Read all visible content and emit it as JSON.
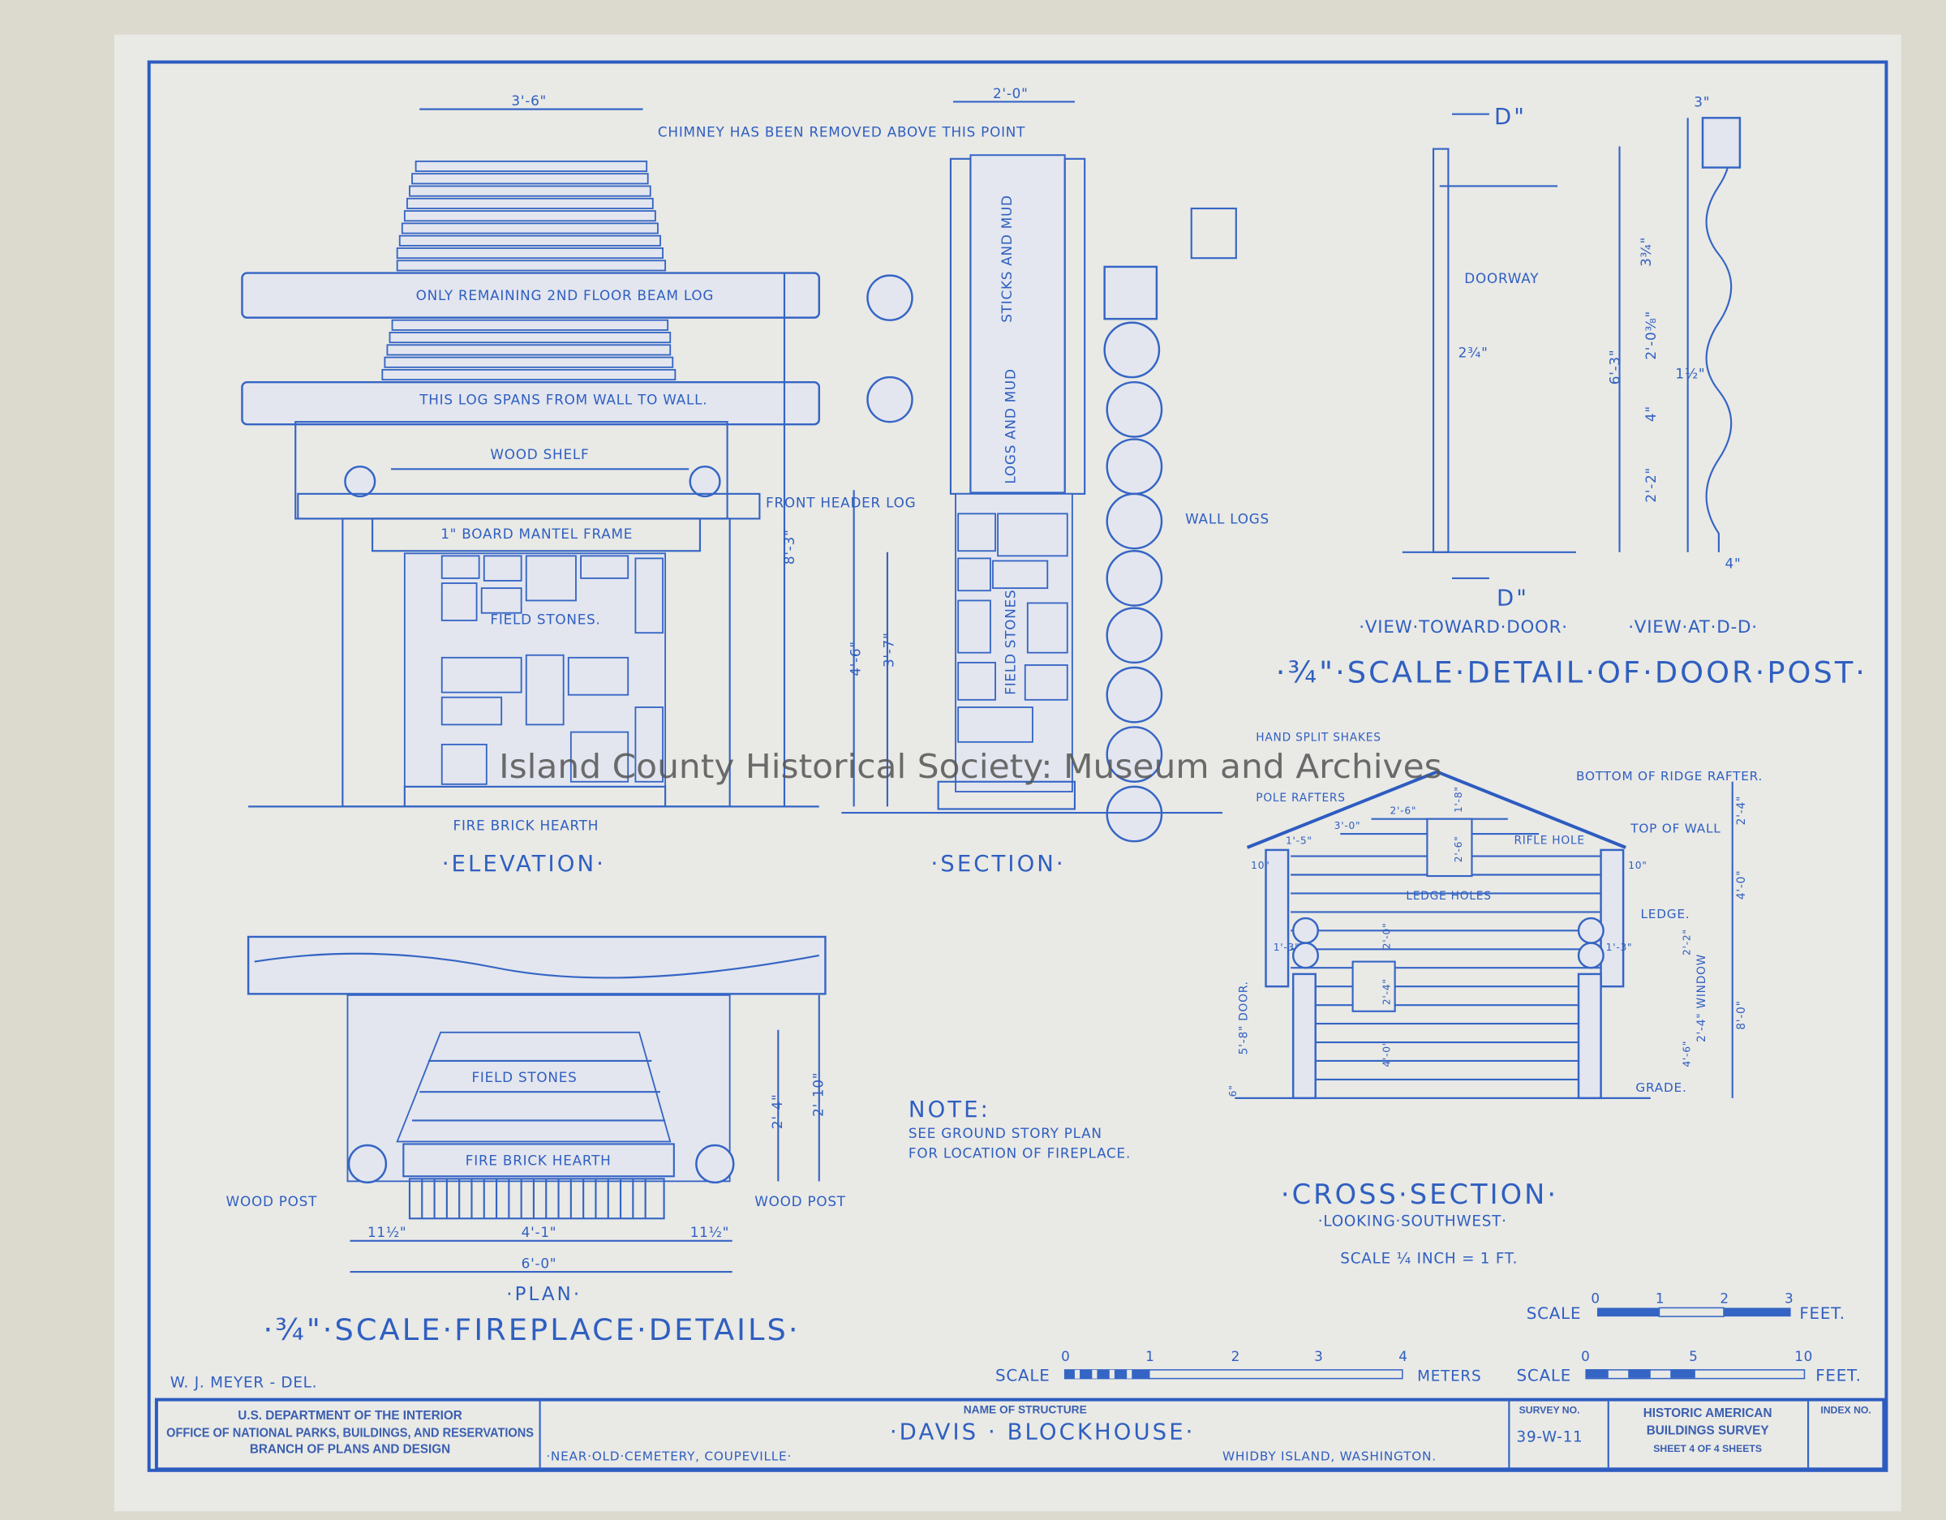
{
  "watermark": "Island County Historical Society: Museum and Archives",
  "colors": {
    "paper": "#e9e9e6",
    "ink": "#2f5fc0"
  },
  "elevation": {
    "width_dim": "3'-6\"",
    "chimney_note": "CHIMNEY HAS BEEN REMOVED ABOVE THIS POINT",
    "beam_note": "ONLY REMAINING 2ND FLOOR BEAM LOG",
    "span_note": "THIS LOG SPANS FROM WALL TO WALL.",
    "shelf": "WOOD SHELF",
    "header_log": "FRONT HEADER LOG",
    "mantel": "1\" BOARD MANTEL FRAME",
    "stones": "FIELD STONES.",
    "height_dim": "8'-3\"",
    "hearth": "FIRE BRICK HEARTH",
    "title": "·ELEVATION·"
  },
  "section": {
    "width_dim": "2'-0\"",
    "sticks": "STICKS AND MUD",
    "logs": "LOGS AND MUD",
    "stones": "FIELD STONES",
    "wall_logs": "WALL LOGS",
    "dim_a": "4'-6\"",
    "dim_b": "3'-7\"",
    "title": "·SECTION·"
  },
  "door_post": {
    "marker_top": "D\"",
    "marker_bottom": "D\"",
    "doorway": "DOORWAY",
    "depth": "2¾\"",
    "total": "6'-3\"",
    "top": "3\"",
    "d1": "3¾\"",
    "d2": "2'-0⅜\"",
    "d3": "1½\"",
    "d4": "4\"",
    "d5": "2'-2\"",
    "d6": "4\"",
    "view_a": "·VIEW·TOWARD·DOOR·",
    "view_b": "·VIEW·AT·D-D·",
    "title": "·¾\"·SCALE·DETAIL·OF·DOOR·POST·"
  },
  "plan": {
    "stones": "FIELD STONES",
    "hearth": "FIRE BRICK HEARTH",
    "post_left": "WOOD POST",
    "post_right": "WOOD POST",
    "depth_a": "2'-4\"",
    "depth_b": "2'-10\"",
    "side_left": "11½\"",
    "opening": "4'-1\"",
    "side_right": "11½\"",
    "total": "6'-0\"",
    "label": "·PLAN·",
    "title": "·¾\"·SCALE·FIREPLACE·DETAILS·"
  },
  "note": {
    "heading": "NOTE:",
    "line1": "SEE GROUND STORY PLAN",
    "line2": "FOR LOCATION OF FIREPLACE."
  },
  "cross_section": {
    "shakes": "HAND SPLIT SHAKES",
    "rafters": "POLE RAFTERS",
    "ridge": "BOTTOM OF RIDGE RAFTER.",
    "top_wall": "TOP OF WALL",
    "rifle": "RIFLE HOLE",
    "ledge_holes": "LEDGE HOLES",
    "ledge": "LEDGE.",
    "grade": "GRADE.",
    "door": "5'-8\" DOOR.",
    "window": "2'-4\" WINDOW",
    "dims": [
      "1'-5\"",
      "3'-0\"",
      "2'-6\"",
      "1'-8\"",
      "2'-6\"",
      "2'-4\"",
      "4'-0\"",
      "8'-0\"",
      "2'-2\"",
      "4'-6\"",
      "2'-0\"",
      "2'-4\"",
      "4'-0\"",
      "1'-3\"",
      "1'-3\"",
      "10\"",
      "10\"",
      "6\""
    ],
    "title": "·CROSS·SECTION·",
    "subtitle": "·LOOKING·SOUTHWEST·",
    "scale_note": "SCALE ¼ INCH = 1 FT."
  },
  "scales": {
    "feet_small": {
      "label": "SCALE",
      "ticks": [
        "0",
        "1",
        "2",
        "3"
      ],
      "unit": "FEET."
    },
    "meters": {
      "label": "SCALE",
      "ticks": [
        "0",
        "1",
        "2",
        "3",
        "4"
      ],
      "unit": "METERS"
    },
    "feet_large": {
      "label": "SCALE",
      "ticks": [
        "0",
        "5",
        "10"
      ],
      "unit": "FEET."
    }
  },
  "delineator": "W. J. MEYER - DEL.",
  "title_block": {
    "agency1": "U.S. DEPARTMENT OF THE INTERIOR",
    "agency2": "OFFICE OF NATIONAL PARKS, BUILDINGS, AND RESERVATIONS",
    "agency3": "BRANCH OF PLANS AND DESIGN",
    "name_label": "NAME OF STRUCTURE",
    "name": "·DAVIS · BLOCKHOUSE·",
    "location_left": "·NEAR·OLD·CEMETERY, COUPEVILLE·",
    "location_right": "WHIDBY ISLAND, WASHINGTON.",
    "survey_label": "SURVEY NO.",
    "survey_no": "39-W-11",
    "habs1": "HISTORIC AMERICAN",
    "habs2": "BUILDINGS SURVEY",
    "sheet": "SHEET 4 OF 4 SHEETS",
    "index_label": "INDEX NO."
  }
}
